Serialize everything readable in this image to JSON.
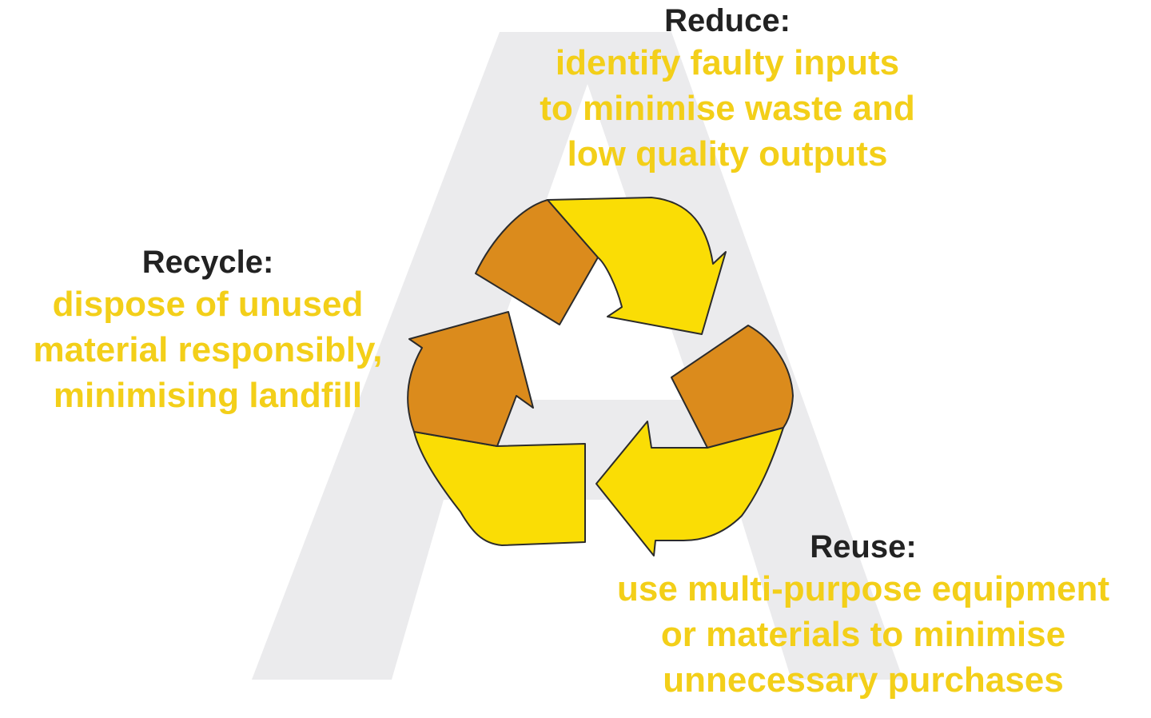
{
  "colors": {
    "background": "#ffffff",
    "watermark": "#ebebed",
    "arrow_yellow": "#fadd05",
    "arrow_orange": "#db8b1c",
    "outline": "#2b2b2b",
    "title_text": "#222222",
    "body_text": "#f3cf19"
  },
  "icons": {
    "watermark": "letter-a-watermark-icon",
    "cycle": "recycle-arrows-icon"
  },
  "labels": {
    "reduce": {
      "title": "Reduce:",
      "lines": [
        "identify faulty inputs",
        "to minimise waste and",
        "low quality outputs"
      ]
    },
    "recycle": {
      "title": "Recycle:",
      "lines": [
        "dispose of unused",
        "material responsibly,",
        "minimising landfill"
      ]
    },
    "reuse": {
      "title": "Reuse:",
      "lines": [
        "use multi-purpose equipment",
        "or materials to minimise",
        "unnecessary purchases"
      ]
    }
  }
}
